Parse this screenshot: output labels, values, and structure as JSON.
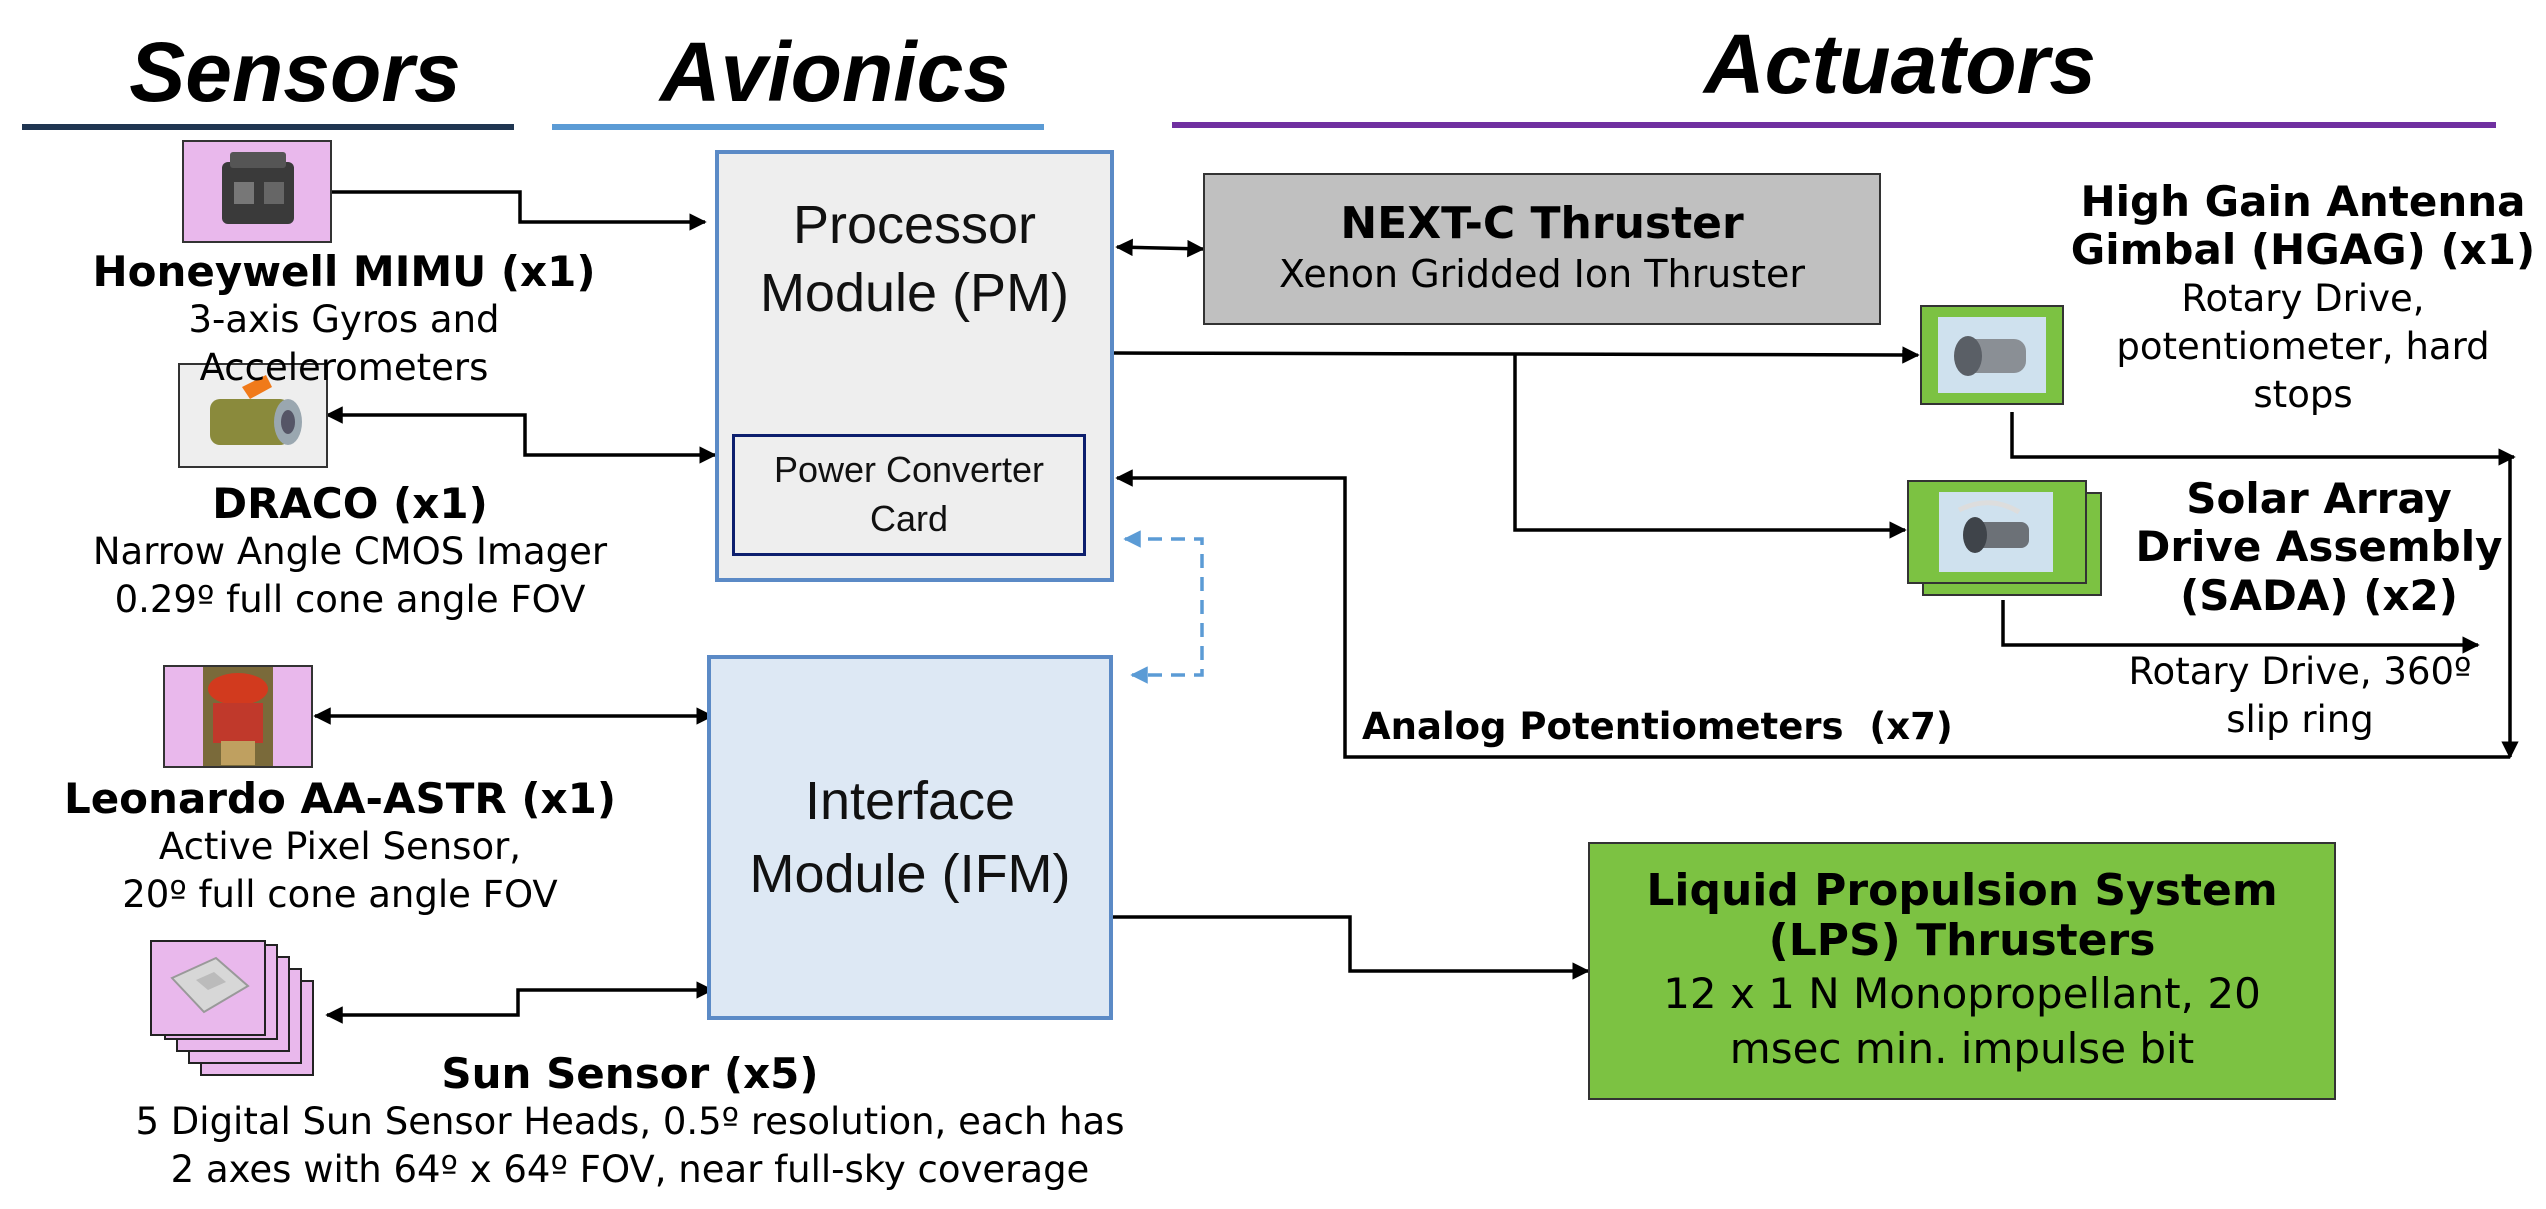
{
  "headers": {
    "sensors": "Sensors",
    "avionics": "Avionics",
    "actuators": "Actuators"
  },
  "colors": {
    "sensors_line": "#1f3551",
    "avionics_line": "#5b9bd5",
    "actuators_line": "#7030a0",
    "pm_fill": "#eeeeee",
    "box_border": "#5b8ac6",
    "ifm_fill": "#dde8f4",
    "pcc_border": "#0d1f6e",
    "next_fill": "#c0c0c0",
    "lps_fill": "#7cc242",
    "actuator_icon_bg": "#7cc242",
    "sensor_icon_bg": "#e9b8ec",
    "dashed_arrow": "#5b9bd5"
  },
  "sensors": {
    "mimu": {
      "name": "Honeywell MIMU (x1)",
      "desc": "3-axis Gyros and Accelerometers"
    },
    "draco": {
      "name": "DRACO (x1)",
      "desc1": "Narrow Angle CMOS Imager",
      "desc2": "0.29º full cone angle FOV"
    },
    "astr": {
      "name": "Leonardo AA-ASTR (x1)",
      "desc1": "Active Pixel Sensor,",
      "desc2": "20º full cone angle FOV"
    },
    "sun": {
      "name": "Sun Sensor (x5)",
      "desc1": "5 Digital Sun Sensor Heads, 0.5º resolution, each has",
      "desc2": "2 axes with 64º x 64º FOV, near full-sky coverage"
    }
  },
  "avionics": {
    "pm": {
      "line1": "Processor",
      "line2": "Module (PM)"
    },
    "pcc": {
      "line1": "Power Converter",
      "line2": "Card"
    },
    "ifm": {
      "line1": "Interface",
      "line2": "Module (IFM)"
    }
  },
  "actuators": {
    "next": {
      "name": "NEXT-C Thruster",
      "desc": "Xenon Gridded Ion Thruster"
    },
    "hgag": {
      "name1": "High Gain Antenna",
      "name2": "Gimbal (HGAG) (x1)",
      "desc1": "Rotary Drive,",
      "desc2": "potentiometer, hard",
      "desc3": "stops"
    },
    "sada": {
      "name1": "Solar Array",
      "name2": "Drive Assembly",
      "name3": "(SADA) (x2)",
      "desc1": "Rotary Drive, 360º",
      "desc2": "slip ring"
    },
    "potentiometers": "Analog Potentiometers  (x7)",
    "lps": {
      "name1": "Liquid Propulsion System",
      "name2": "(LPS) Thrusters",
      "desc1": "12 x 1 N Monopropellant, 20",
      "desc2": "msec min. impulse bit"
    }
  }
}
